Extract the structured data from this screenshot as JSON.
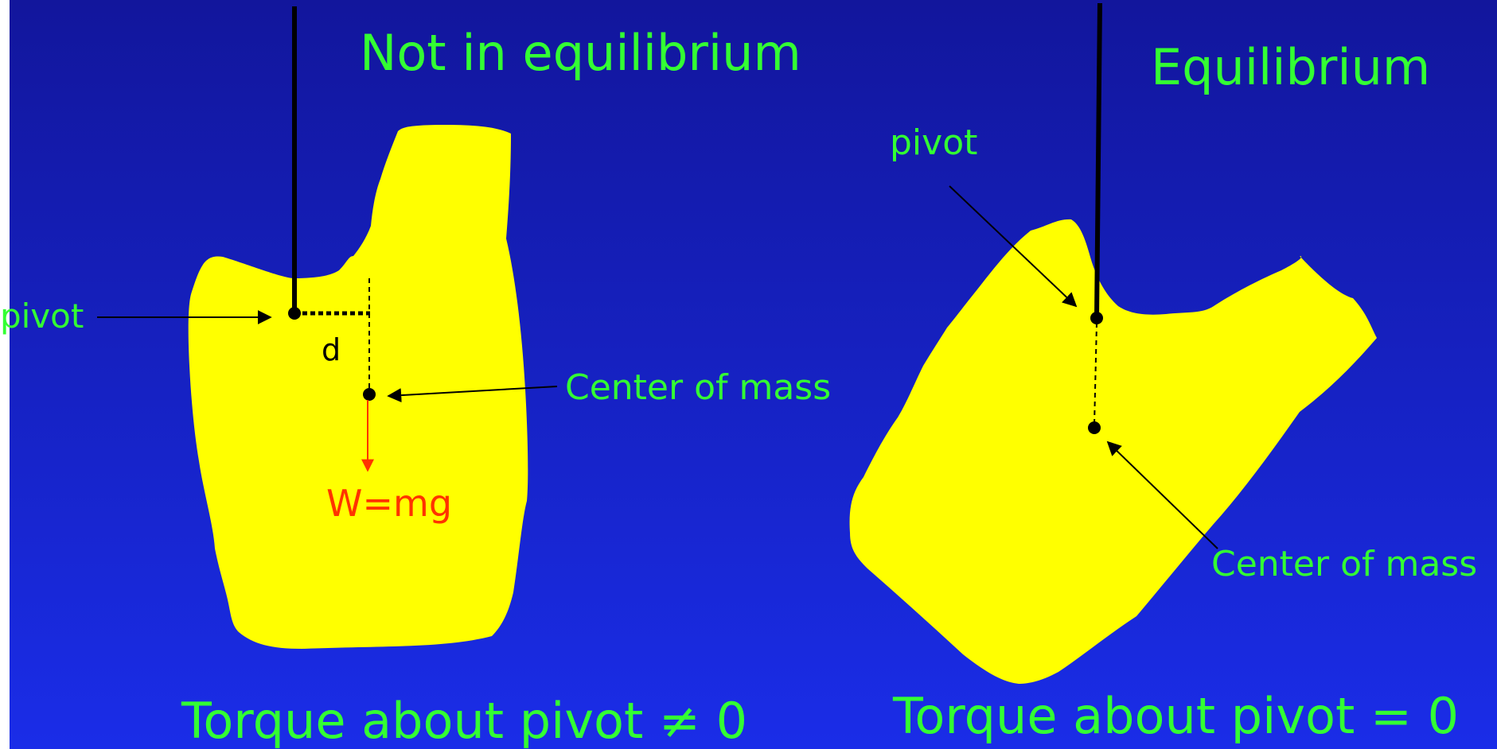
{
  "colors": {
    "background_top": "#12169c",
    "background_bottom": "#1a2de8",
    "object_fill": "#ffff00",
    "label_text": "#33ff33",
    "weight_arrow": "#ff3300",
    "lines": "#000000"
  },
  "left_panel": {
    "title": "Not in equilibrium",
    "pivot_label": "pivot",
    "distance_label": "d",
    "center_of_mass_label": "Center of mass",
    "weight_label": "W=mg",
    "caption": "Torque about pivot ≠ 0"
  },
  "right_panel": {
    "title": "Equilibrium",
    "pivot_label": "pivot",
    "center_of_mass_label": "Center of mass",
    "caption": "Torque about pivot = 0"
  }
}
